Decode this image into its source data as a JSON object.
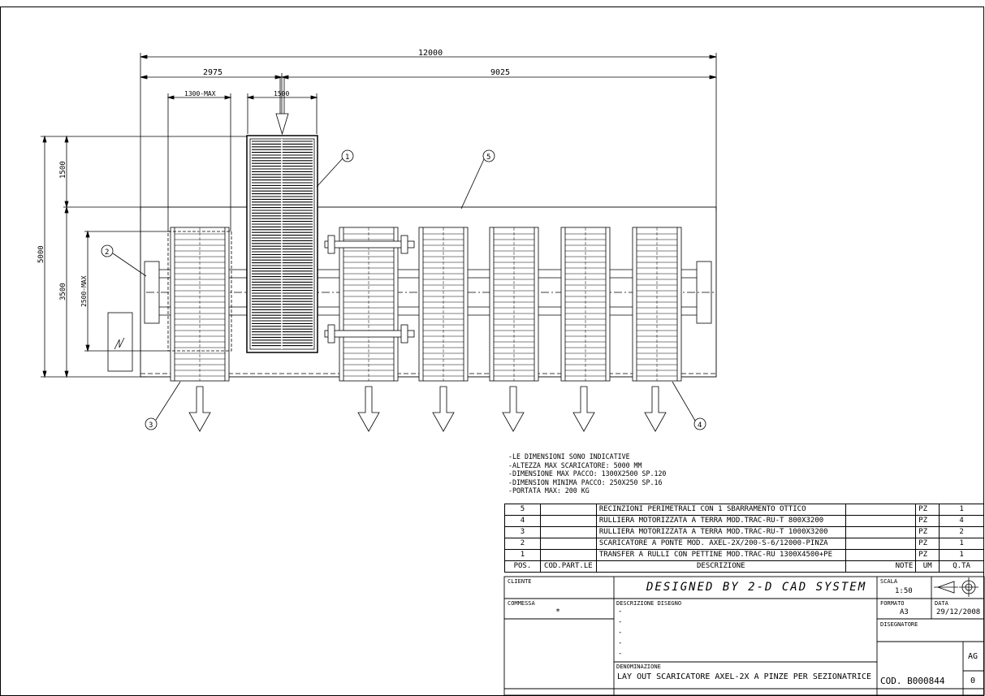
{
  "dimensions": {
    "total_length": "12000",
    "left_span": "2975",
    "right_span": "9025",
    "pack_width": "1300-MAX",
    "transfer_width": "1500",
    "total_height": "5000",
    "top_height": "1500",
    "lower_height": "3500",
    "pack_length": "2500-MAX"
  },
  "balloons": [
    "1",
    "2",
    "3",
    "4",
    "5"
  ],
  "notes": [
    "-LE DIMENSIONI SONO INDICATIVE",
    "-ALTEZZA MAX SCARICATORE: 5000 MM",
    "-DIMENSIONE MAX PACCO: 1300X2500 SP.120",
    "-DIMENSION MINIMA PACCO: 250X250 SP.16",
    "-PORTATA MAX: 200 KG"
  ],
  "bom": {
    "rows": [
      {
        "pos": "5",
        "code": "",
        "desc": "RECINZIONI PERIMETRALI CON 1 SBARRAMENTO OTTICO",
        "note": "",
        "um": "PZ",
        "qty": "1"
      },
      {
        "pos": "4",
        "code": "",
        "desc": "RULLIERA MOTORIZZATA A TERRA MOD.TRAC-RU-T 800X3200",
        "note": "",
        "um": "PZ",
        "qty": "4"
      },
      {
        "pos": "3",
        "code": "",
        "desc": "RULLIERA MOTORIZZATA A TERRA MOD.TRAC-RU-T 1000X3200",
        "note": "",
        "um": "PZ",
        "qty": "2"
      },
      {
        "pos": "2",
        "code": "",
        "desc": "SCARICATORE A PONTE MOD. AXEL-2X/200-S-6/12000-PINZA",
        "note": "",
        "um": "PZ",
        "qty": "1"
      },
      {
        "pos": "1",
        "code": "",
        "desc": "TRANSFER A RULLI CON PETTINE MOD.TRAC-RU 1300X4500+PE",
        "note": "",
        "um": "PZ",
        "qty": "1"
      }
    ],
    "headers": {
      "pos": "POS.",
      "code": "COD.PART.LE",
      "desc": "DESCRIZIONE",
      "note": "NOTE",
      "um": "UM",
      "qty": "Q.TA"
    }
  },
  "title_block": {
    "cliente_label": "CLIENTE",
    "designed_by": "DESIGNED BY 2-D CAD SYSTEM",
    "scala_label": "SCALA",
    "scala_value": "1:50",
    "commessa_label": "COMMESSA",
    "commessa_value": "*",
    "descrizione_label": "DESCRIZIONE DISEGNO",
    "descrizione_lines": [
      "-",
      "-",
      "-",
      "-",
      "-",
      "-"
    ],
    "formato_label": "FORMATO",
    "formato_value": "A3",
    "data_label": "DATA",
    "data_value": "29/12/2008",
    "disegnatore_label": "DISEGNATORE",
    "denominazione_label": "DENOMINAZIONE",
    "denominazione_value": "LAY OUT SCARICATORE AXEL-2X A PINZE PER SEZIONATRICE",
    "cod_value": "COD. B000844",
    "rev_label": "AG",
    "rev_value": "0"
  }
}
